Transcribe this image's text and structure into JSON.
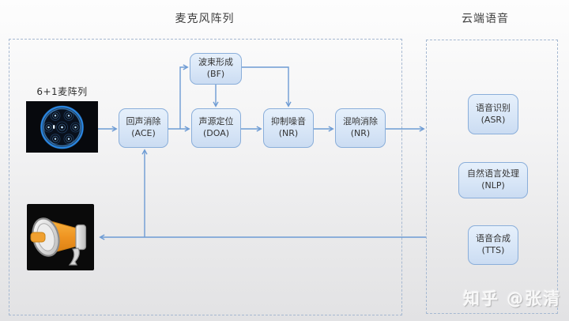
{
  "section_titles": {
    "mic_array": "麦克风阵列",
    "cloud": "云端语音"
  },
  "labels": {
    "mic_array_caption": "6+1麦阵列",
    "watermark": "知乎 @张清"
  },
  "nodes": {
    "bf": {
      "name": "波束形成",
      "abbr": "(BF)"
    },
    "ace": {
      "name": "回声消除",
      "abbr": "(ACE)"
    },
    "doa": {
      "name": "声源定位",
      "abbr": "(DOA)"
    },
    "nr": {
      "name": "抑制噪音",
      "abbr": "(NR)"
    },
    "dereverb": {
      "name": "混响消除",
      "abbr": "(NR)"
    },
    "asr": {
      "name": "语音识别",
      "abbr": "(ASR)"
    },
    "nlp": {
      "name": "自然语言处理",
      "abbr": "(NLP)"
    },
    "tts": {
      "name": "语音合成",
      "abbr": "(TTS)"
    }
  },
  "colors": {
    "node_fill_top": "#e6f0fb",
    "node_fill_bottom": "#cbdcf2",
    "node_border": "#8aaeda",
    "connector": "#6d9bd4",
    "container_border": "#a5b8d1",
    "title_text": "#3f3f3f",
    "node_text": "#333333",
    "mic_ring_blue": "#2a86e0",
    "megaphone_orange": "#f09a28"
  }
}
